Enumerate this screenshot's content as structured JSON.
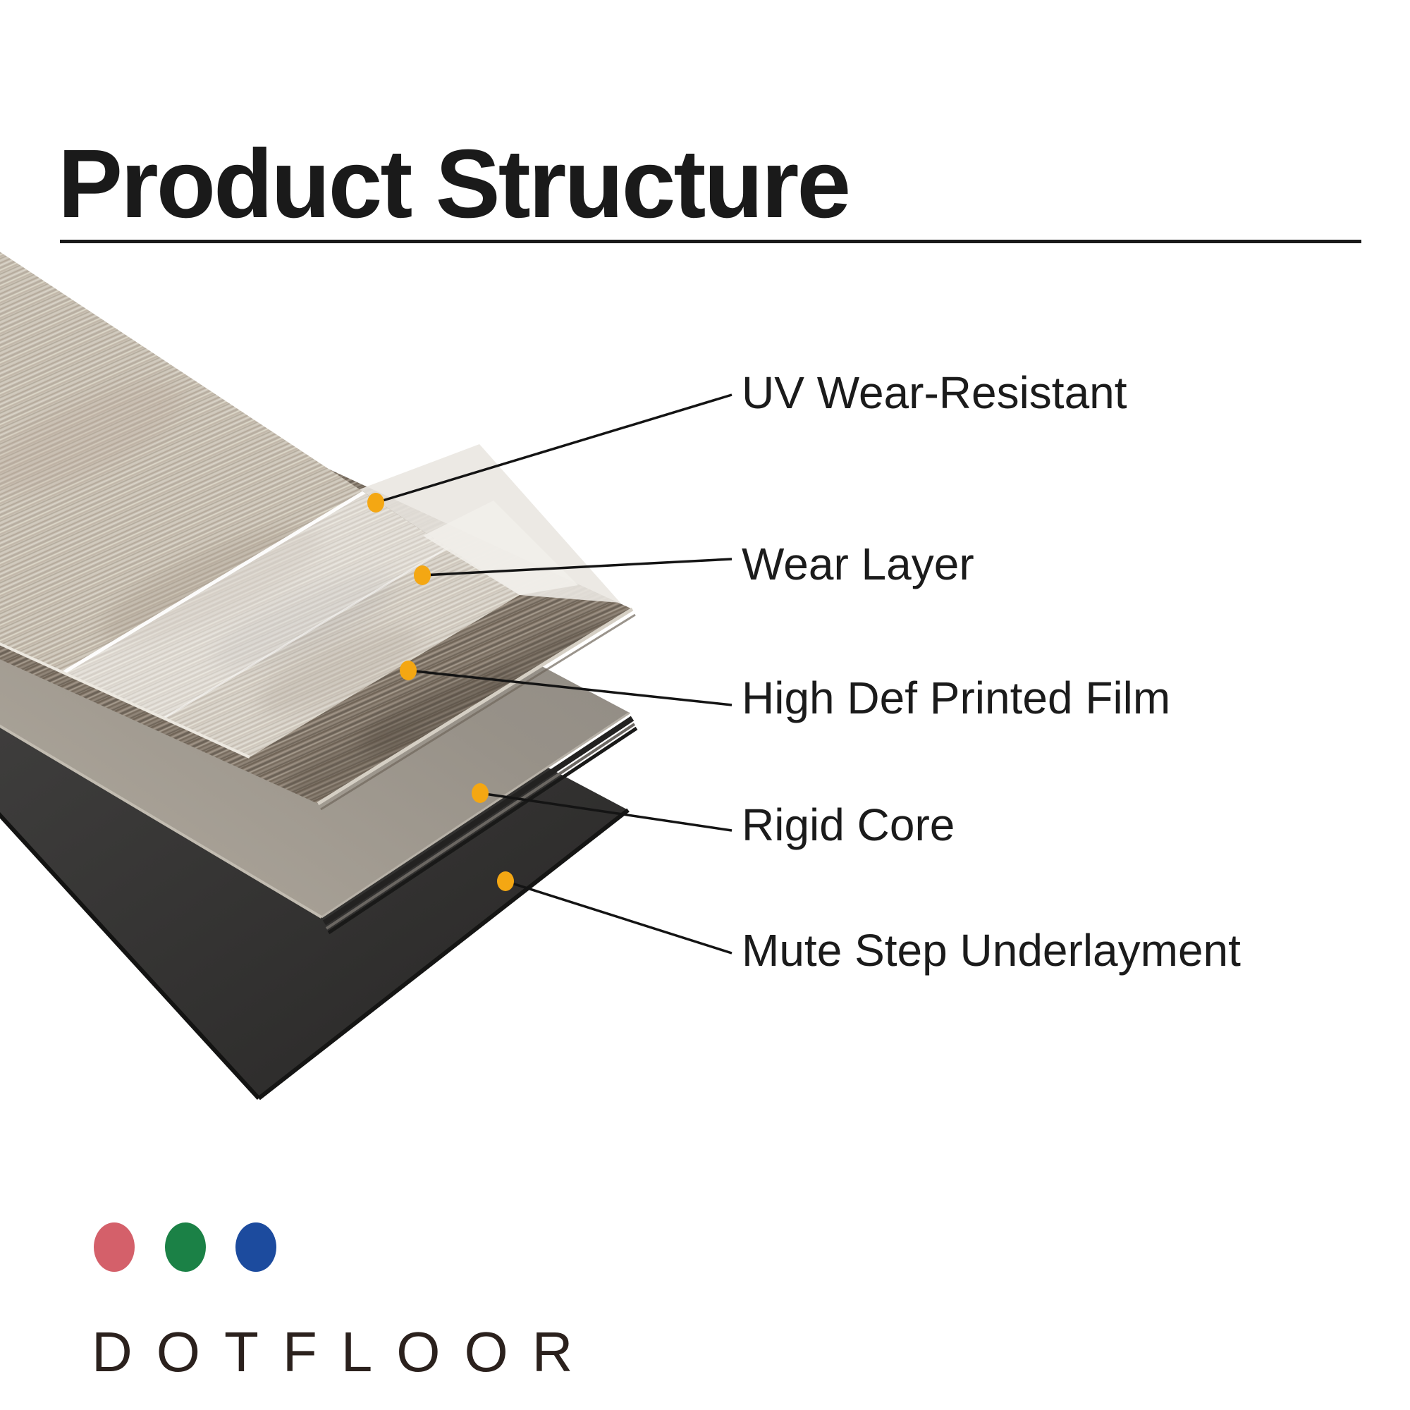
{
  "title": "Product Structure",
  "layer_labels": [
    {
      "id": "uv",
      "text": "UV Wear-Resistant"
    },
    {
      "id": "wear",
      "text": "Wear Layer"
    },
    {
      "id": "film",
      "text": "High Def Printed Film"
    },
    {
      "id": "core",
      "text": "Rigid Core"
    },
    {
      "id": "underlayment",
      "text": "Mute Step Underlayment"
    }
  ],
  "brand": {
    "wordmark": "DOTFLOOR",
    "dot_colors": {
      "red": "#D4606A",
      "green": "#1B8146",
      "blue": "#1C4B9E"
    }
  },
  "colors": {
    "background": "#FFFFFF",
    "title_text": "#1A1A1A",
    "label_text": "#1B1B1B",
    "divider": "#1A1A1A",
    "accent_dot": "#F4A713",
    "leader_line": "#141414",
    "plank_wood": "#CBC4B7",
    "printed_film_wood": "#8A7F72",
    "rigid_core_grey": "#8F8A84",
    "underlayment_black": "#343332"
  }
}
